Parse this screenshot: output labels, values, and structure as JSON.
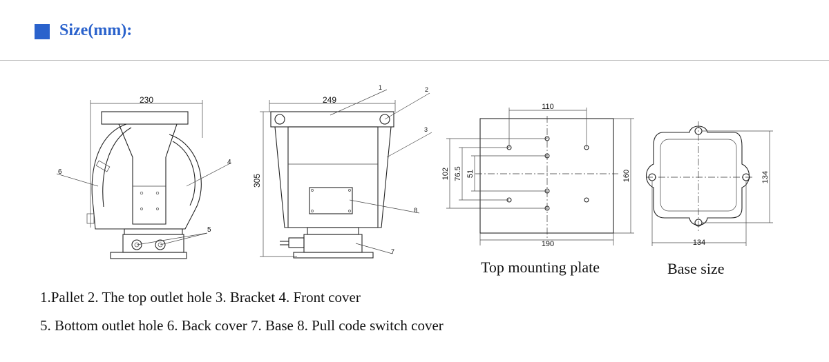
{
  "header": {
    "title": "Size(mm):",
    "accent_color": "#2a62cc",
    "rule_color": "#bdbdbd"
  },
  "views": {
    "side": {
      "width_dim": "230",
      "label_back_cover": "6",
      "label_front_cover": "4",
      "label_bottom_outlet": "5"
    },
    "front": {
      "width_dim": "249",
      "height_dim": "305",
      "label_pallet": "1",
      "label_top_outlet": "2",
      "label_bracket": "3",
      "label_switch_cover": "8",
      "label_base": "7"
    },
    "top_plate": {
      "caption": "Top mounting plate",
      "dim_top": "110",
      "dim_bottom": "190",
      "dim_right": "160",
      "dim_102": "102",
      "dim_76_5": "76.5",
      "dim_51": "51"
    },
    "base": {
      "caption": "Base size",
      "dim_right": "134",
      "dim_bottom": "134"
    }
  },
  "legend": {
    "line1": "1.Pallet  2. The top outlet hole  3. Bracket 4. Front cover",
    "line2": "5. Bottom outlet hole  6. Back cover 7. Base  8. Pull code switch cover"
  }
}
